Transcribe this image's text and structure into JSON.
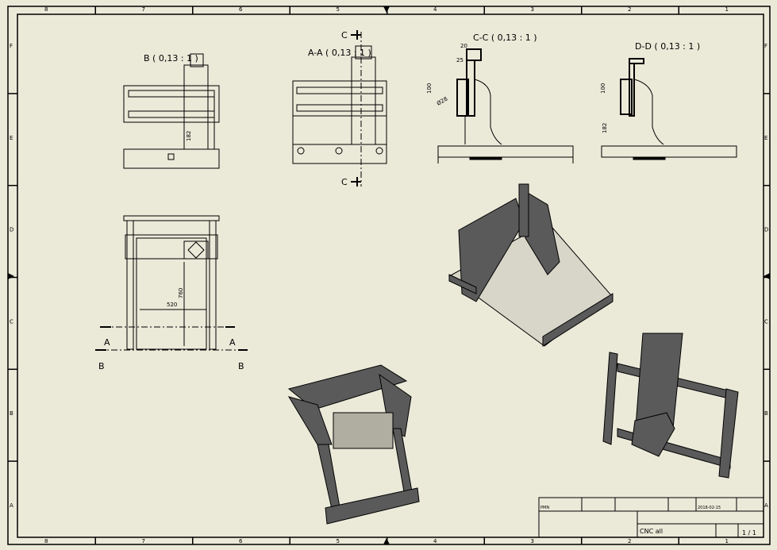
{
  "zones": {
    "columns": [
      "8",
      "7",
      "6",
      "5",
      "4",
      "3",
      "2",
      "1"
    ],
    "rows": [
      "F",
      "E",
      "D",
      "C",
      "B",
      "A"
    ]
  },
  "views": {
    "b": {
      "label": "B ( 0,13 : 1 )",
      "dim": "182"
    },
    "aa": {
      "label": "A-A ( 0,13 : 1 )",
      "cut_top": "C",
      "cut_bottom": "C"
    },
    "cc": {
      "label": "C-C ( 0,13 : 1 )",
      "dims": [
        "20",
        "25",
        "100",
        "Ø28"
      ]
    },
    "dd": {
      "label": "D-D ( 0,13 : 1 )",
      "dims": [
        "100",
        "182"
      ]
    },
    "top": {
      "dims": [
        "760",
        "520"
      ],
      "cuts": [
        "A",
        "A",
        "B",
        "B"
      ]
    }
  },
  "title_block": {
    "designer": "PMN",
    "date": "2018-02-15",
    "title": "CNC all",
    "sheet": "1 / 1"
  },
  "colors": {
    "paper": "#ebe9d8",
    "line": "#000000",
    "part": "#555555"
  }
}
